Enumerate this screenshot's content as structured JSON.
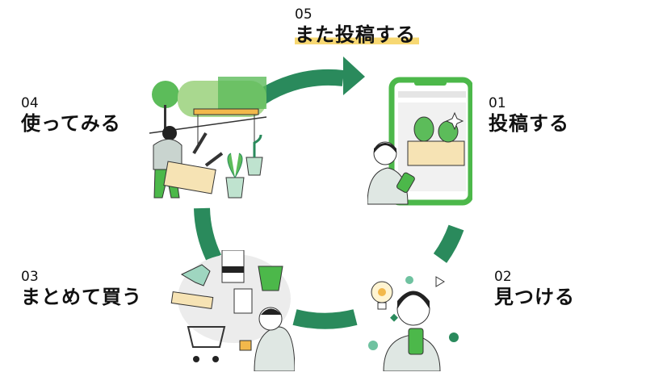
{
  "steps": [
    {
      "number": "01",
      "label": "投稿する"
    },
    {
      "number": "02",
      "label": "見つける"
    },
    {
      "number": "03",
      "label": "まとめて買う"
    },
    {
      "number": "04",
      "label": "使ってみる"
    },
    {
      "number": "05",
      "label": "また投稿する"
    }
  ],
  "colors": {
    "ring": "#2a8a5c",
    "accent_green": "#4cb84a",
    "highlight": "#f7d873"
  }
}
